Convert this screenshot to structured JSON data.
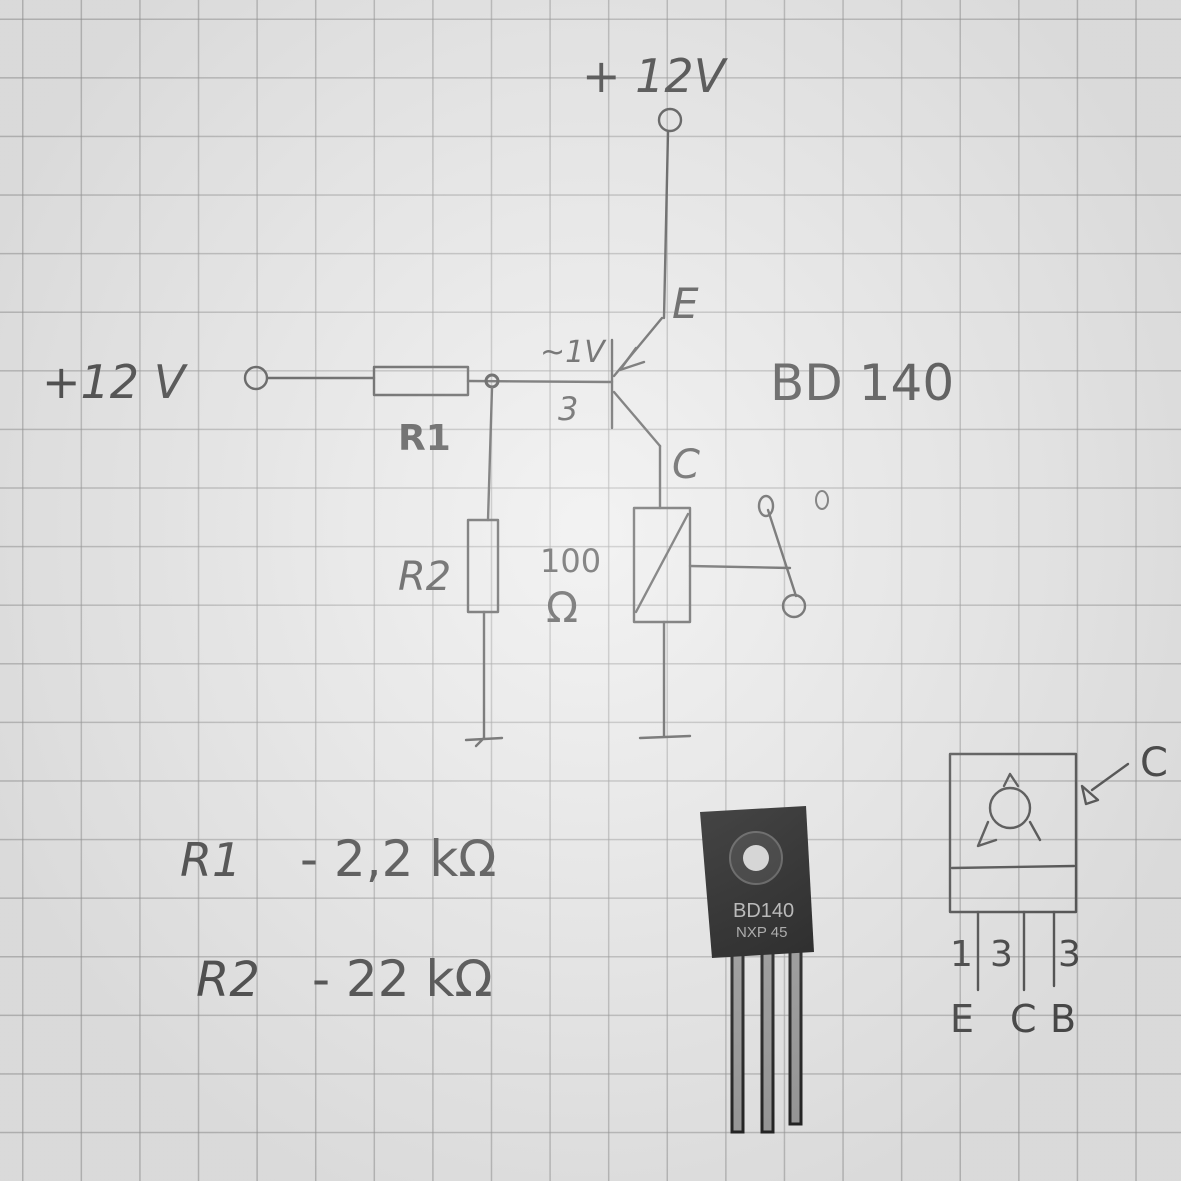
{
  "schematic": {
    "supply_top": "+ 12V",
    "supply_left": "+12 V",
    "base_voltage": "~1V",
    "base_pin": "3",
    "emitter_label": "E",
    "collector_label": "C",
    "transistor_name": "BD 140",
    "r1_label": "R1",
    "r2_label": "R2",
    "relay_value": "100",
    "relay_unit": "Ω"
  },
  "values": {
    "r1_name": "R1",
    "r1_value": "- 2,2 kΩ",
    "r2_name": "R2",
    "r2_value": "- 22 kΩ"
  },
  "part_photo": {
    "marking_line1": "BD140",
    "marking_line2": "NXP 45"
  },
  "pinout": {
    "tab_label": "C",
    "pin_numbers": [
      "1",
      "3",
      "3"
    ],
    "pin_letters": [
      "E",
      "C",
      "B"
    ]
  },
  "colors": {
    "ink": "#555555",
    "paper": "#ececec",
    "component": "#151515"
  }
}
